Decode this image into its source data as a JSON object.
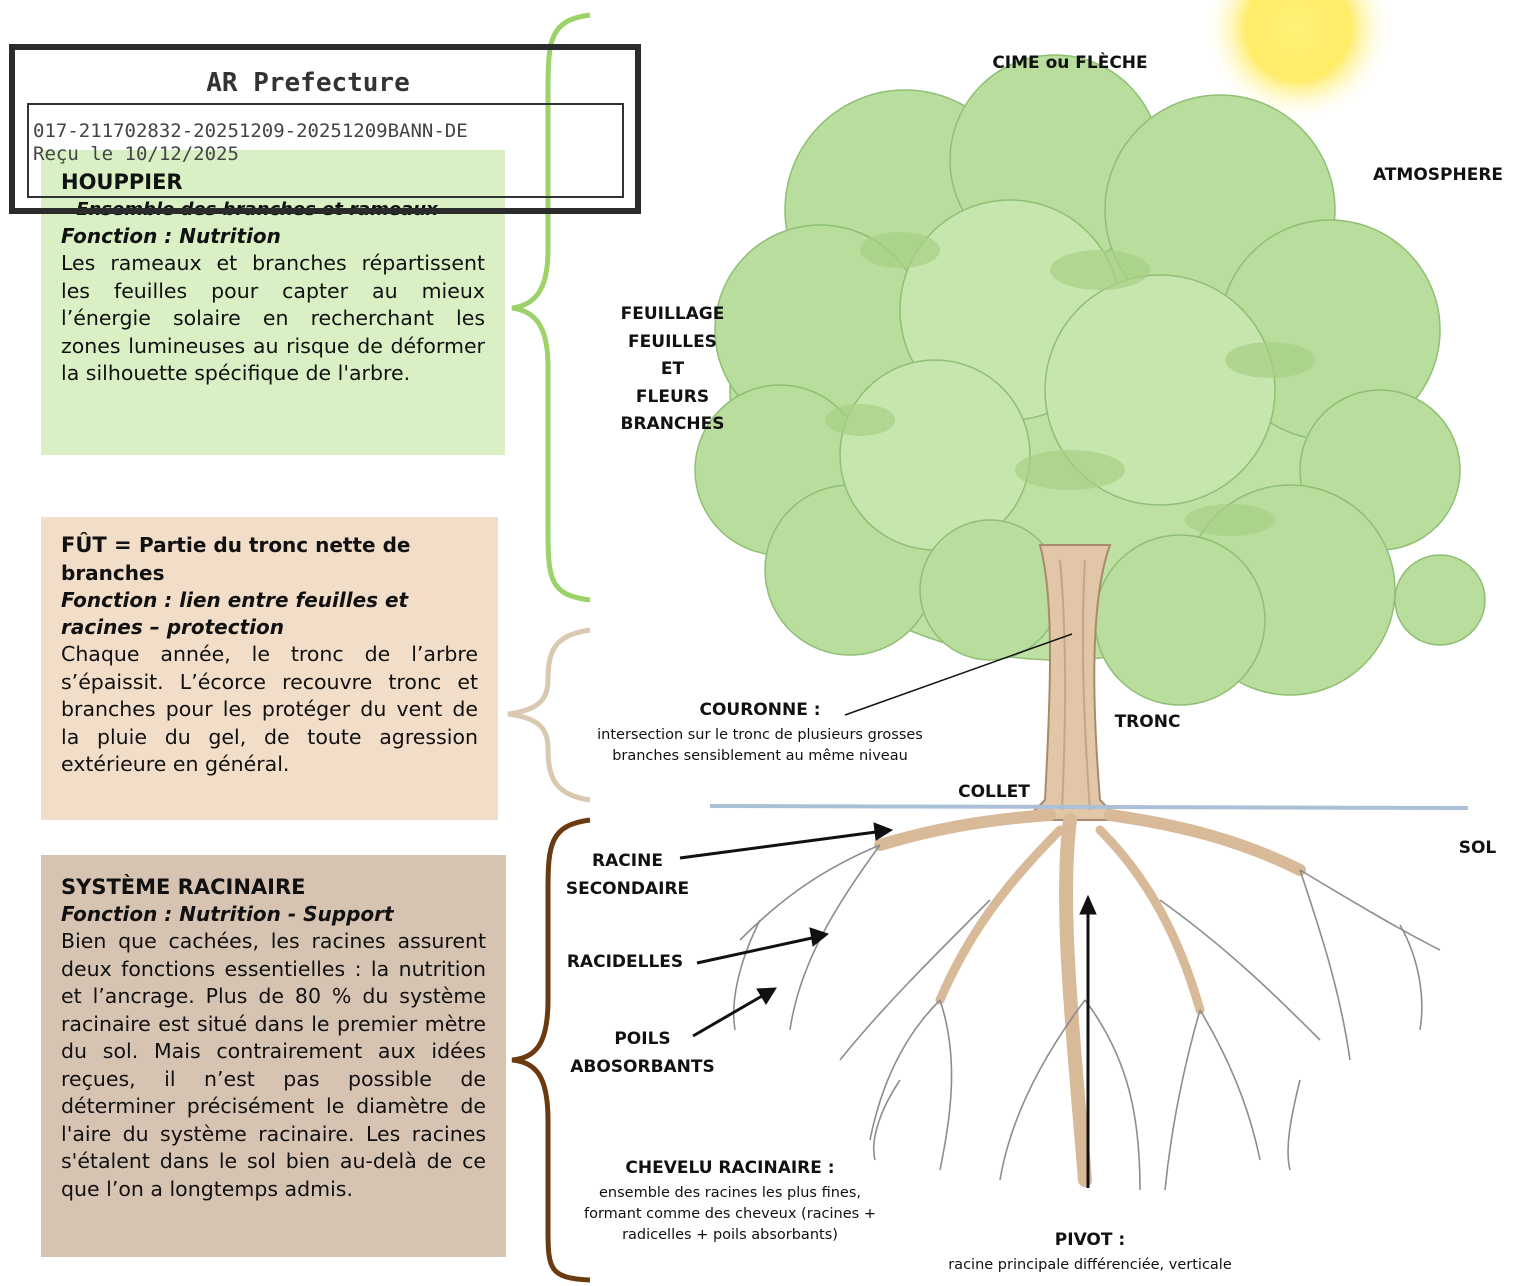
{
  "stamp": {
    "title": "AR Prefecture",
    "reference": "017-211702832-20251209-20251209BANN-DE",
    "received": "Reçu le 10/12/2025"
  },
  "houppier": {
    "title": "HOUPPIER",
    "subtitle": "– Ensemble des branches et rameaux",
    "fonction": "Fonction :  Nutrition",
    "text": "Les rameaux et branches répartissent les feuilles pour capter au mieux l’énergie solaire en recherchant les zones lumineuses au risque de déformer la silhouette spécifique de l'arbre.",
    "color": "#d9f0c4"
  },
  "fut": {
    "title": "FÛT = ",
    "title_rest": "Partie du tronc nette de branches",
    "fonction": "Fonction : lien entre feuilles et racines – protection",
    "text": "Chaque année, le tronc de l’arbre s’épaissit. L’écorce recouvre tronc et branches pour les protéger du vent de la pluie du gel, de toute agression extérieure en général.",
    "color": "#f1ddc8"
  },
  "racinaire": {
    "title": "SYSTÈME RACINAIRE",
    "fonction": "Fonction : Nutrition - Support",
    "text": "Bien que cachées, les racines assurent deux fonctions essentielles : la nutrition et l’ancrage. Plus de 80 % du système racinaire est situé dans le premier mètre du sol. Mais contrairement aux idées reçues, il n’est pas possible de déterminer précisément le diamètre de l'aire du système racinaire. Les racines s'étalent dans le sol bien au-delà de ce que l’on a longtemps admis.",
    "color": "#d7c3b1"
  },
  "labels": {
    "cime": "CIME ou FLÈCHE",
    "atmosphere": "ATMOSPHERE",
    "feuillage": [
      "FEUILLAGE",
      "FEUILLES",
      "ET",
      "FLEURS",
      "BRANCHES"
    ],
    "couronne_title": "COURONNE :",
    "couronne_text": [
      "intersection sur le tronc de plusieurs grosses",
      "branches sensiblement au même niveau"
    ],
    "tronc": "TRONC",
    "collet": "COLLET",
    "sol": "SOL",
    "racine_secondaire": [
      "RACINE",
      "SECONDAIRE"
    ],
    "racidelles": "RACIDELLES",
    "poils": [
      "POILS",
      "ABOSORBANTS"
    ],
    "chevelu_title": "CHEVELU RACINAIRE :",
    "chevelu_text": [
      "ensemble des racines les plus fines,",
      "formant comme des cheveux (racines +",
      "radicelles + poils absorbants)"
    ],
    "pivot_title": "PIVOT :",
    "pivot_text": "racine principale différenciée, verticale"
  },
  "colors": {
    "brace_green": "#9bd26a",
    "brace_tan": "#d9c9b1",
    "brace_brown": "#6b3a10",
    "foliage": "#b7dc98",
    "trunk": "#e2c6a8",
    "roots": "#8d8d8d",
    "sun": "#ffe94d"
  }
}
